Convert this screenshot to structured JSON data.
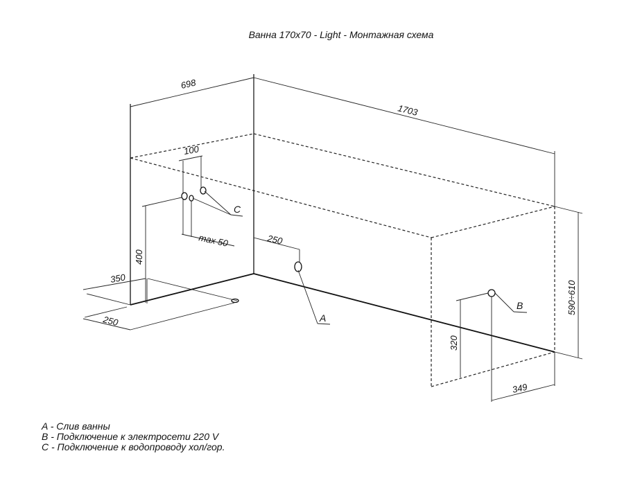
{
  "title": "Ванна 170х70 - Light - Монтажная схема",
  "dimensions": {
    "width": "698",
    "length": "1703",
    "pipe_spacing": "100",
    "pipe_max": "max 50",
    "pipe_height": "400",
    "drain_offset": "250",
    "floor_depth_350": "350",
    "floor_depth_250": "250",
    "height_range": "590÷610",
    "socket_height": "320",
    "socket_offset": "349"
  },
  "callouts": {
    "a": "A",
    "b": "B",
    "c": "C"
  },
  "legend": [
    "A - Слив ванны",
    "B - Подключение к электросети 220 V",
    "C - Подключение к водопроводу хол/гор."
  ]
}
